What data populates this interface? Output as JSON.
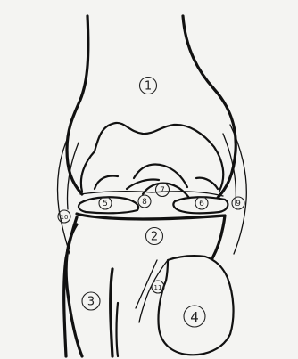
{
  "labels": [
    {
      "id": "femur",
      "text": "1"
    },
    {
      "id": "tibia",
      "text": "2"
    },
    {
      "id": "fibula",
      "text": "3"
    },
    {
      "id": "patella",
      "text": "4"
    },
    {
      "id": "lateral-meniscus",
      "text": "5"
    },
    {
      "id": "medial-meniscus",
      "text": "6"
    },
    {
      "id": "acl",
      "text": "7"
    },
    {
      "id": "pcl",
      "text": "8"
    },
    {
      "id": "mcl",
      "text": "9"
    },
    {
      "id": "lcl",
      "text": "10"
    },
    {
      "id": "patellar-ligament",
      "text": "11"
    }
  ],
  "colors": {
    "ink": "#111111",
    "paper": "#f4f4f2"
  }
}
